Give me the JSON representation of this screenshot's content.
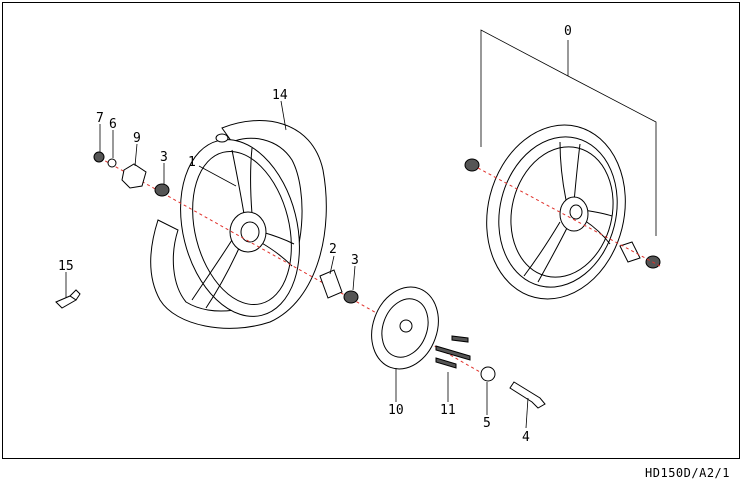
{
  "callouts": {
    "c0": "0",
    "c1": "1",
    "c2": "2",
    "c3a": "3",
    "c3b": "3",
    "c4": "4",
    "c5": "5",
    "c6": "6",
    "c7": "7",
    "c9": "9",
    "c10": "10",
    "c11": "11",
    "c14": "14",
    "c15": "15"
  },
  "drawing_code": "HD150D/A2/1"
}
